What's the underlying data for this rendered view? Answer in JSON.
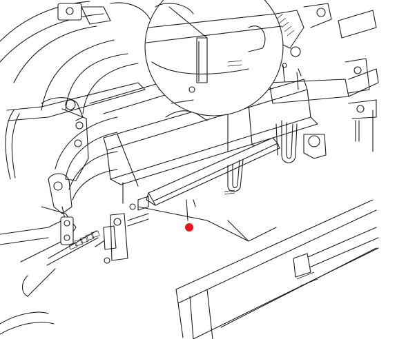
{
  "figure": {
    "style": "technical line drawing",
    "colors": {
      "line": "#1a1a1a",
      "background": "#ffffff",
      "marker": "#e8141b"
    }
  },
  "marker": {
    "shape": "dot",
    "color": "#e8141b"
  },
  "detail_view": {
    "shape": "circle"
  }
}
